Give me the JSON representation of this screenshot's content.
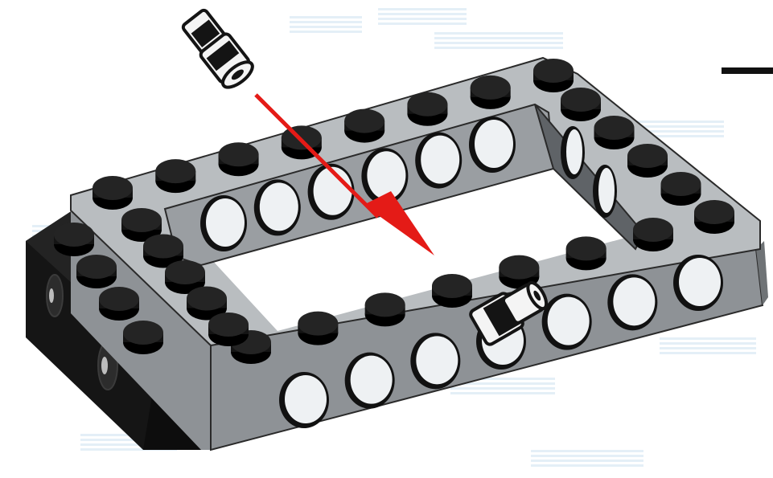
{
  "illustration": {
    "subject": "technic-frame-assembly-step",
    "colors": {
      "frame_top": "#b9bdc0",
      "frame_side": "#8e9296",
      "frame_dark_side": "#6f7376",
      "inner_wall": "#9a9ea2",
      "black_brick": "#1b1b1b",
      "stud": "#141414",
      "hole_fill": "#eef1f3",
      "arrow": "#e41b17",
      "background_stripe": "#d9e8f3",
      "pin_light": "#f4f4f4",
      "pin_dark": "#141414"
    },
    "parts": {
      "frame_top_studs": 8,
      "frame_right_studs": 5,
      "frame_front_studs": 7,
      "frame_left_studs": 5,
      "front_side_holes": 7,
      "inner_back_holes": 6,
      "black_brick_studs": 4
    },
    "arrow_icon": "red-direction-arrow",
    "callout_icon": "black-callout-line"
  }
}
